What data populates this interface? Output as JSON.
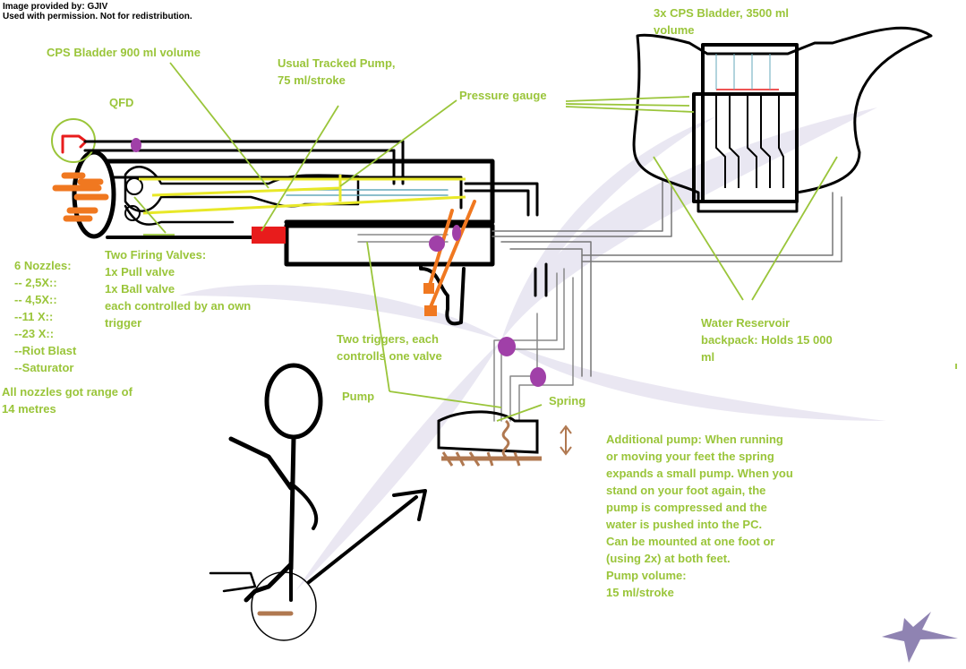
{
  "credit": {
    "line1": "Image provided by: GJIV",
    "line2": "Used with permission. Not for redistribution."
  },
  "colors": {
    "label": "#9ac53a",
    "ink": "#000000",
    "purple": "#a040a8",
    "orange": "#f07820",
    "red": "#e81c1c",
    "brown": "#b07850",
    "yellow": "#e8e828",
    "swirl": "#d8d4e8"
  },
  "labels": {
    "cps_900": "CPS Bladder 900 ml volume",
    "qfd": "QFD",
    "tracked_pump": [
      "Usual Tracked Pump,",
      "75 ml/stroke"
    ],
    "pressure_gauge": "Pressure gauge",
    "cps_3x": [
      "3x CPS Bladder,  3500 ml",
      "volume"
    ],
    "firing_valves": [
      "Two Firing Valves:",
      "1x Pull valve",
      "1x Ball valve",
      "each controlled by an own",
      "trigger"
    ],
    "nozzles": [
      "6 Nozzles:",
      "-- 2,5X::",
      "-- 4,5X::",
      "--11 X::",
      "--23 X::",
      "--Riot Blast",
      "--Saturator"
    ],
    "range": [
      "All nozzles got range of",
      "14 metres"
    ],
    "triggers": [
      "Two triggers, each",
      "controlls one valve"
    ],
    "pump": "Pump",
    "spring": "Spring",
    "reservoir": [
      "Water Reservoir",
      "backpack: Holds 15 000",
      "ml"
    ],
    "additional": [
      "Additional pump: When running",
      "or moving your feet the spring",
      "expands a small pump. When you",
      "stand on your foot again, the",
      "pump is compressed and the",
      "water is pushed into the PC.",
      "Can be mounted at one foot or",
      "(using 2x) at both feet.",
      "Pump volume:",
      "15 ml/stroke"
    ]
  }
}
